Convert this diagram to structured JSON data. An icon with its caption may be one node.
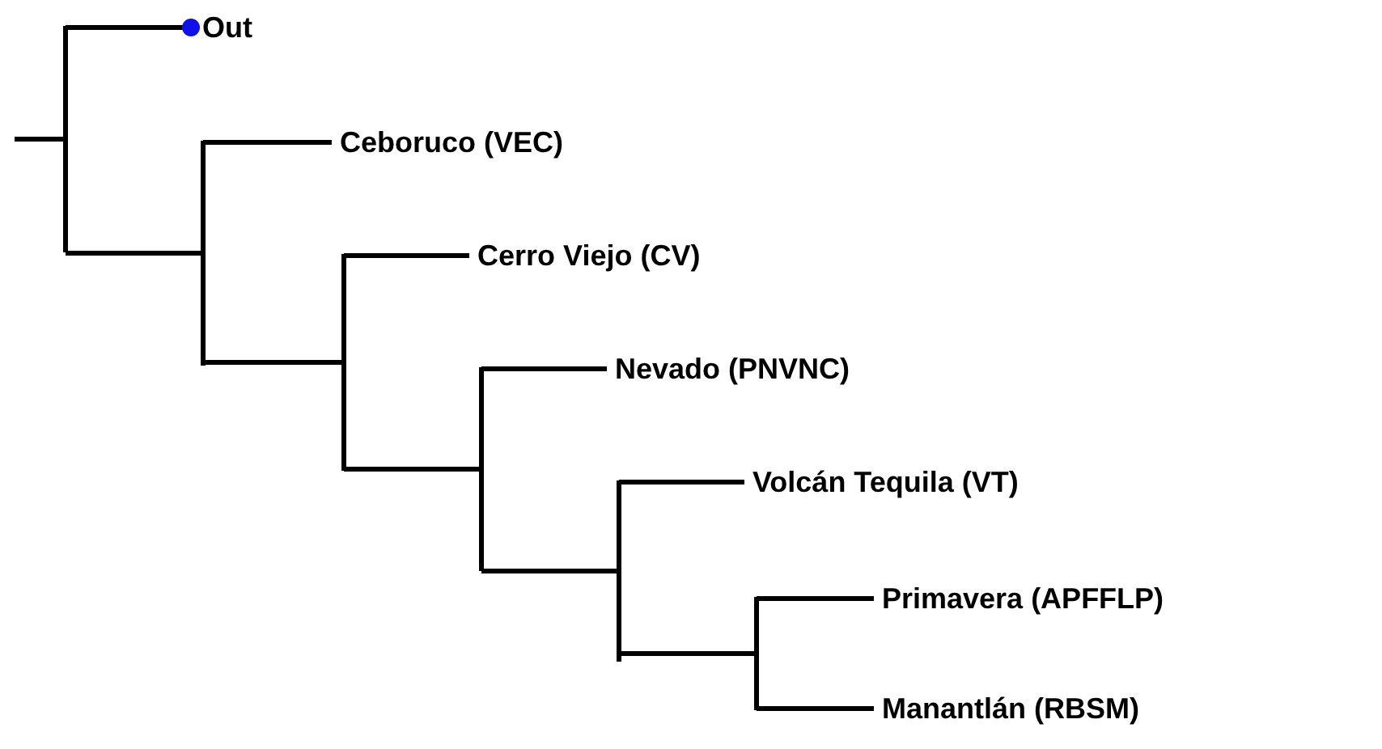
{
  "diagram": {
    "nodes": [
      {
        "text": [],
        "shape": "bar"
      },
      {
        "text": [
          "Out"
        ]
      },
      {
        "text": [],
        "shape": "bar"
      },
      {
        "text": [
          "Ceboruco (VEC)"
        ]
      },
      {
        "text": [],
        "shape": "bar"
      },
      {
        "text": [
          "Cerro Viejo (CV)"
        ]
      },
      {
        "text": [],
        "shape": "bar"
      },
      {
        "text": [
          "Nevado (PNVNC)"
        ]
      },
      {
        "text": [],
        "shape": "bar"
      },
      {
        "text": [
          "Volcán Tequila (VT)"
        ]
      },
      {
        "text": [],
        "shape": "bar"
      },
      {
        "text": [
          "Primavera (APFFLP)"
        ]
      },
      {
        "text": [
          "Manantlán (RBSM)"
        ]
      }
    ],
    "edges": [
      {
        "from": null,
        "to": 0,
        "arrow": "none"
      },
      {
        "from": 0,
        "to": 1,
        "arrow": "other"
      },
      {
        "from": 0,
        "to": 2,
        "arrow": "none"
      },
      {
        "from": 2,
        "to": 3,
        "arrow": "none"
      },
      {
        "from": 2,
        "to": 4,
        "arrow": "none"
      },
      {
        "from": 4,
        "to": 5,
        "arrow": "none"
      },
      {
        "from": 4,
        "to": 6,
        "arrow": "none"
      },
      {
        "from": 6,
        "to": 7,
        "arrow": "none"
      },
      {
        "from": 6,
        "to": 8,
        "arrow": "none"
      },
      {
        "from": 8,
        "to": 9,
        "arrow": "none"
      },
      {
        "from": 8,
        "to": 10,
        "arrow": "none"
      },
      {
        "from": 10,
        "to": 11,
        "arrow": "none"
      },
      {
        "from": 10,
        "to": 12,
        "arrow": "none"
      }
    ]
  }
}
